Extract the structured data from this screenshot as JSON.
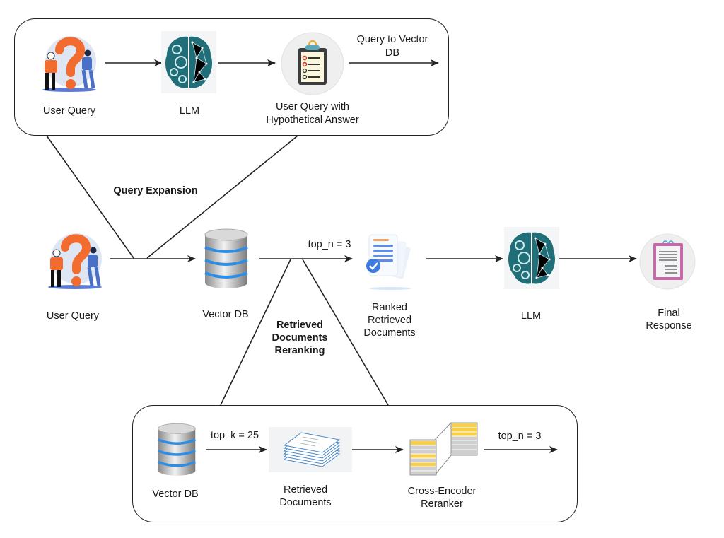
{
  "diagram": {
    "query_expansion": {
      "section_label": "Query Expansion",
      "nodes": [
        {
          "id": "qe-user-query",
          "label": "User Query",
          "icon": "user-question-icon"
        },
        {
          "id": "qe-llm",
          "label": "LLM",
          "icon": "brain-icon"
        },
        {
          "id": "qe-hypothetical",
          "label_line1": "User Query with",
          "label_line2": "Hypothetical Answer",
          "icon": "clipboard-checklist-icon"
        }
      ],
      "output_edge_label_line1": "Query to Vector",
      "output_edge_label_line2": "DB"
    },
    "main_flow": {
      "nodes": [
        {
          "id": "user-query",
          "label": "User Query",
          "icon": "user-question-icon"
        },
        {
          "id": "vector-db",
          "label": "Vector DB",
          "icon": "database-icon"
        },
        {
          "id": "ranked-docs",
          "label_line1": "Ranked",
          "label_line2": "Retrieved",
          "label_line3": "Documents",
          "icon": "ranked-documents-icon"
        },
        {
          "id": "llm",
          "label": "LLM",
          "icon": "brain-icon"
        },
        {
          "id": "final-response",
          "label_line1": "Final",
          "label_line2": "Response",
          "icon": "response-document-icon"
        }
      ],
      "edge_vector_to_ranked_label": "top_n = 3"
    },
    "reranking": {
      "section_label_line1": "Retrieved",
      "section_label_line2": "Documents",
      "section_label_line3": "Reranking",
      "nodes": [
        {
          "id": "rr-vector-db",
          "label": "Vector DB",
          "icon": "database-icon"
        },
        {
          "id": "rr-retrieved-docs",
          "label_line1": "Retrieved",
          "label_line2": "Documents",
          "icon": "document-stack-icon"
        },
        {
          "id": "rr-cross-encoder",
          "label_line1": "Cross-Encoder",
          "label_line2": "Reranker",
          "icon": "cross-encoder-icon"
        }
      ],
      "edge_db_to_docs_label": "top_k = 25",
      "edge_output_label": "top_n = 3"
    },
    "colors": {
      "line": "#222222",
      "brain_teal": "#1f6e78",
      "db_blue": "#2f8de4",
      "orange": "#f26b2f",
      "person_blue": "#4a6fc7",
      "reranker_yellow": "#f7cf4a",
      "response_pink": "#c46aa8"
    }
  }
}
